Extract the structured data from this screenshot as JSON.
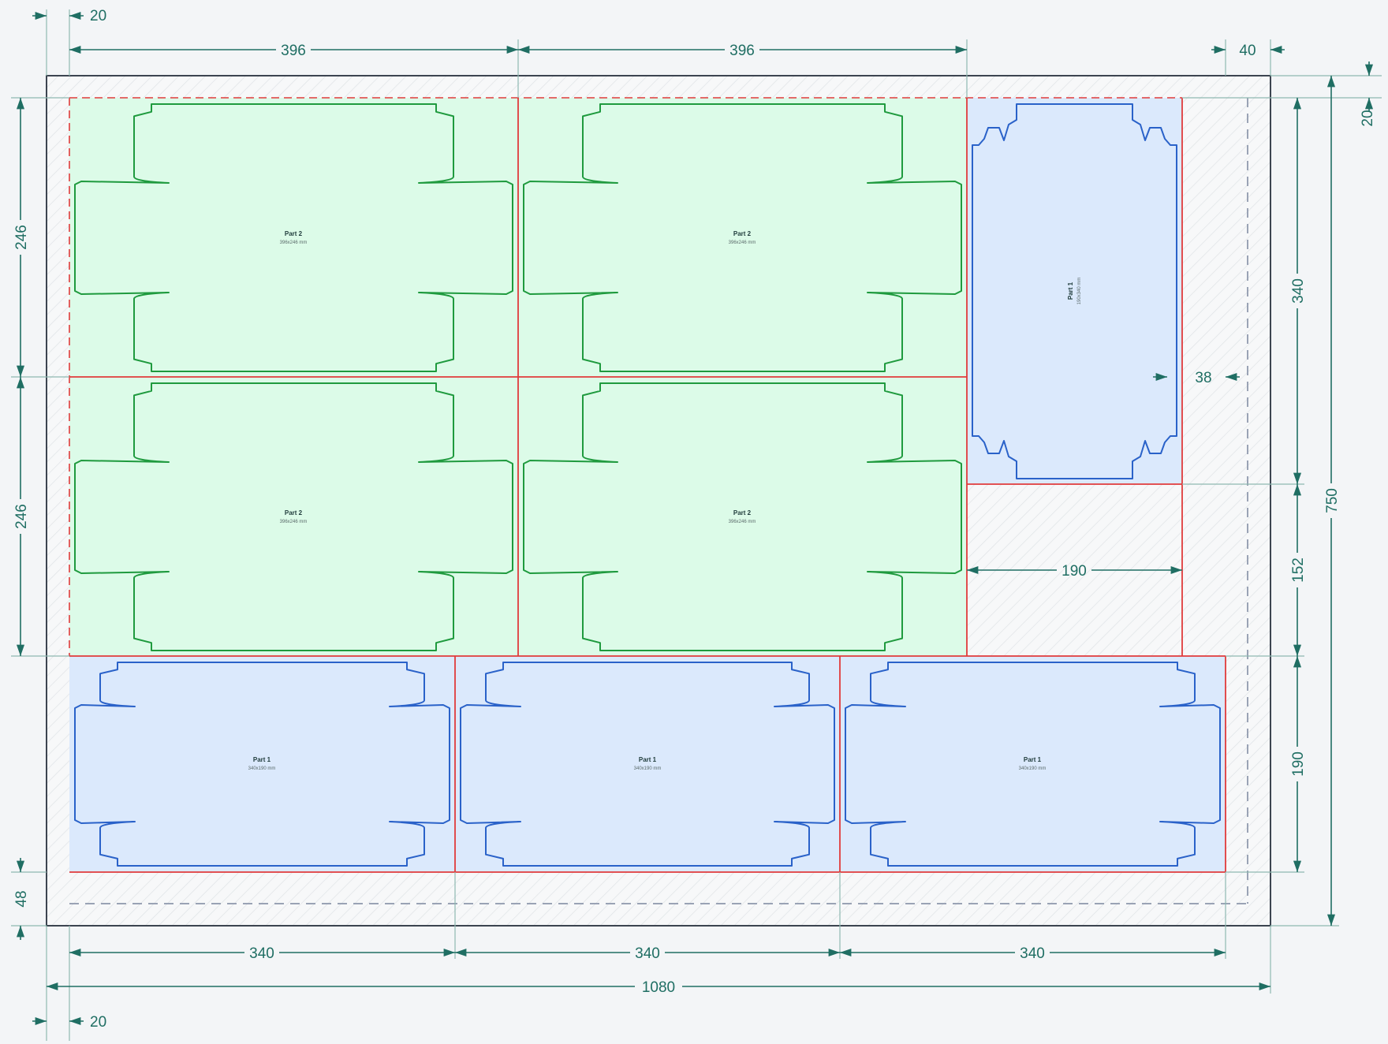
{
  "parts": {
    "part2": {
      "title": "Part 2",
      "size": "396x246 mm",
      "fill": "#dcfbe8",
      "stroke": "#1f9a3e"
    },
    "part1": {
      "title": "Part 1",
      "size": "340x190 mm",
      "fill": "#dbe9fc",
      "stroke": "#2a62c9"
    },
    "part1_rot": {
      "title": "Part 1",
      "size": "190x340 mm",
      "fill": "#dbe9fc",
      "stroke": "#2a62c9"
    }
  },
  "dims": {
    "margin_left_top": "20",
    "part2_width_a": "396",
    "part2_width_b": "396",
    "right_margin": "40",
    "top_margin": "20",
    "part2_height_a": "246",
    "part2_height_b": "246",
    "rot_height": "340",
    "gap_38": "38",
    "gap_152": "152",
    "overall_height": "750",
    "rot_width": "190",
    "part1_height": "190",
    "bottom_margin": "48",
    "part1_width_a": "340",
    "part1_width_b": "340",
    "part1_width_c": "340",
    "overall_width": "1080",
    "margin_left_bottom": "20"
  },
  "colors": {
    "dim": "#1f6e63",
    "cut": "#e03b3b",
    "sheet": "#3c4450",
    "hatch": "#d9dde1",
    "trim": "#9aa3b5"
  }
}
